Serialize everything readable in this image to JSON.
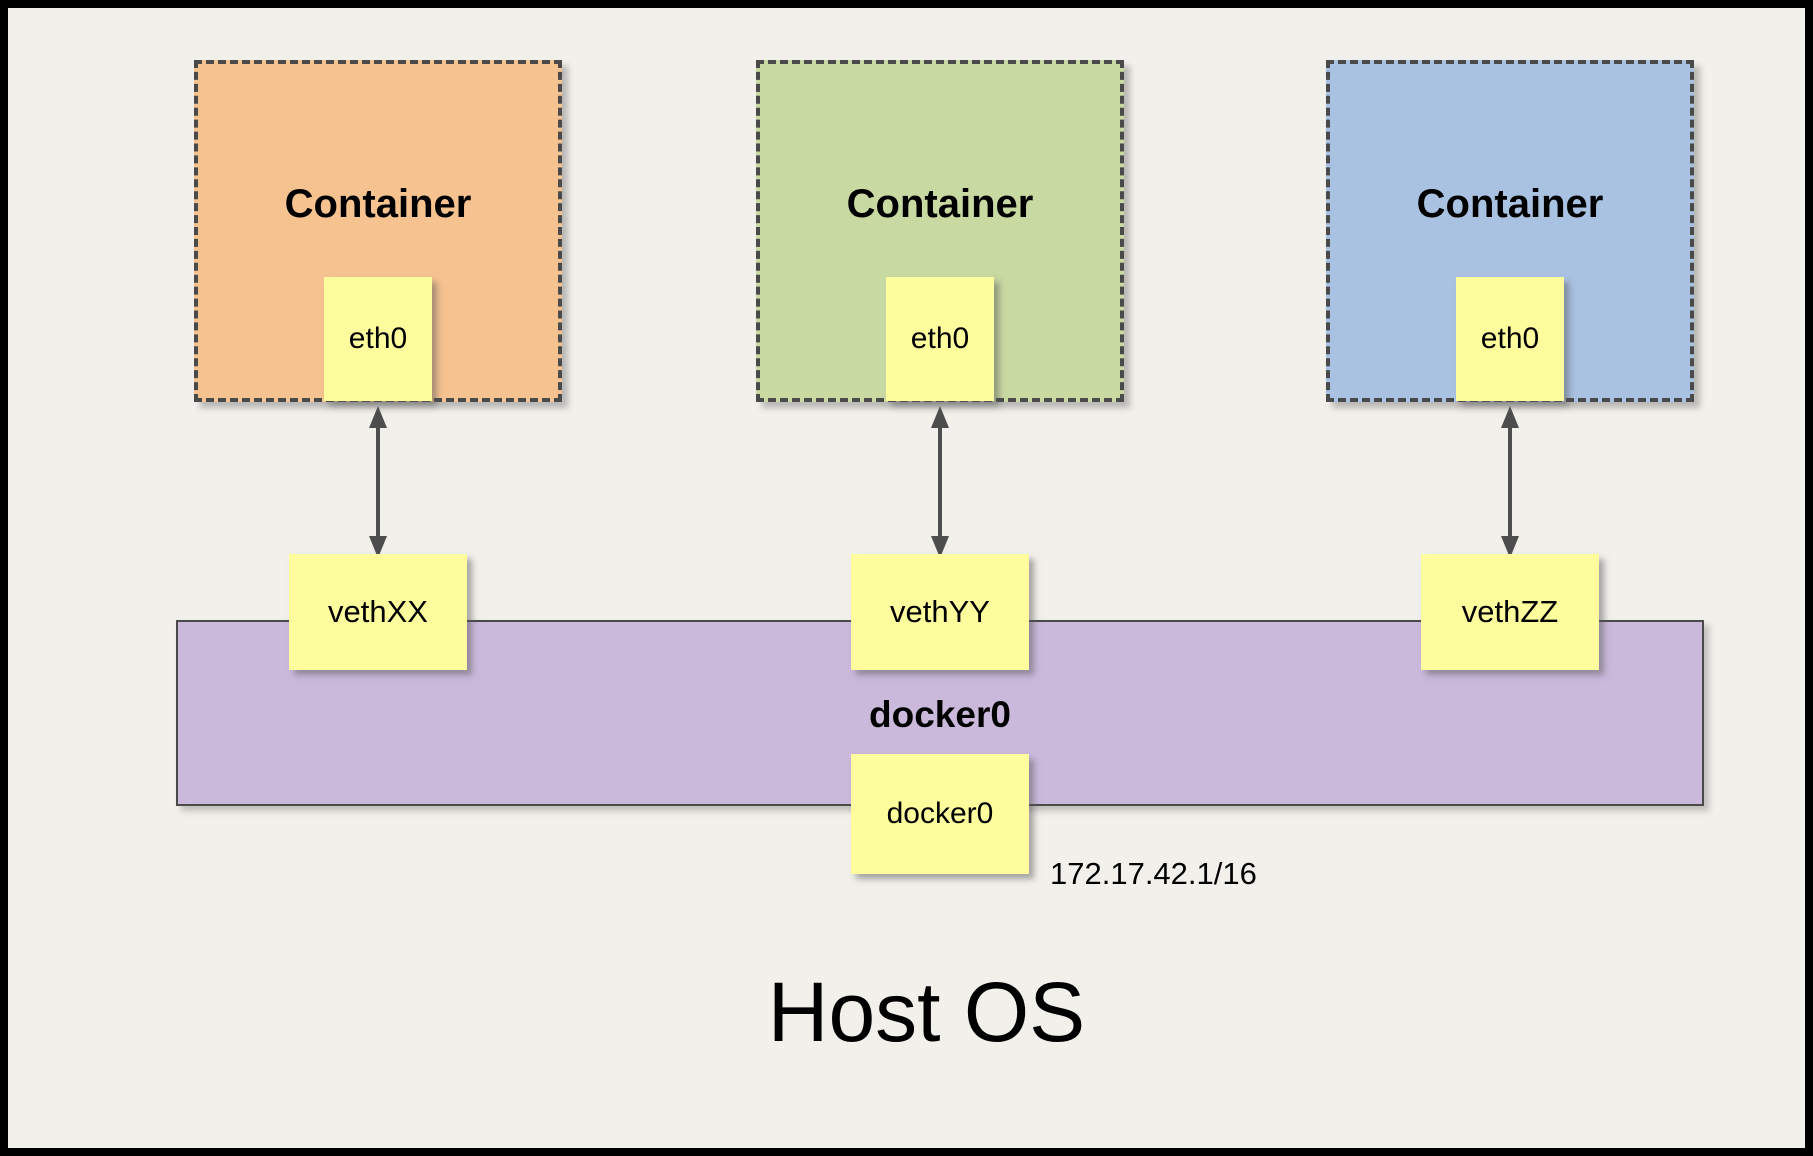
{
  "colors": {
    "background": "#F2F0EB",
    "container_orange": "#F6C390",
    "container_green": "#C9D9A2",
    "container_blue": "#A9C2E1",
    "node_yellow": "#FEFD9E",
    "bridge_purple": "#CBB9DC",
    "arrow_gray": "#4D4D4D"
  },
  "containers": [
    {
      "label": "Container",
      "interface": "eth0"
    },
    {
      "label": "Container",
      "interface": "eth0"
    },
    {
      "label": "Container",
      "interface": "eth0"
    }
  ],
  "veth_interfaces": [
    "vethXX",
    "vethYY",
    "vethZZ"
  ],
  "bridge": {
    "label": "docker0",
    "interface": "docker0",
    "ip_address": "172.17.42.1/16"
  },
  "host": {
    "label": "Host OS"
  }
}
